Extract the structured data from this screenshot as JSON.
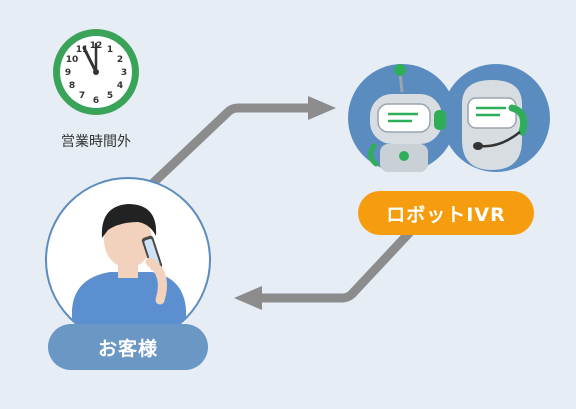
{
  "clock": {
    "label": "営業時間外",
    "numbers": [
      "12",
      "1",
      "2",
      "3",
      "4",
      "5",
      "6",
      "7",
      "8",
      "9",
      "10",
      "11"
    ],
    "color": "#3aa35a"
  },
  "robot": {
    "label": "ロボットIVR",
    "color": "#f59d0e",
    "circle_color": "#5b8cc0",
    "accent_color": "#2fae5a"
  },
  "customer": {
    "label": "お客様",
    "color": "#6a97c4",
    "shirt_color": "#5b8fd0"
  },
  "arrows": {
    "color": "#8c8c8c"
  },
  "background": "#e6edf4"
}
